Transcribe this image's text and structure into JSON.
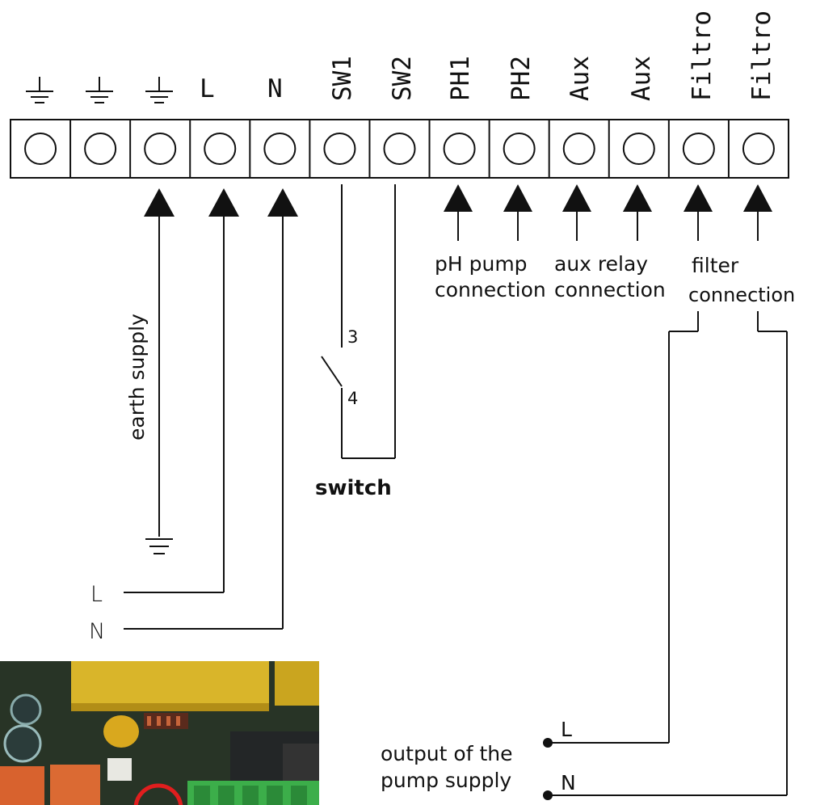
{
  "terminal_headers": [
    "",
    "",
    "",
    "L",
    "N",
    "SW1",
    "SW2",
    "PH1",
    "PH2",
    "Aux",
    "Aux",
    "Filtro",
    "Filtro"
  ],
  "terminal_icons": [
    "earth-icon",
    "earth-icon",
    "earth-icon"
  ],
  "labels": {
    "earth_supply": "earth supply",
    "supply_L": "L",
    "supply_N": "N",
    "switch_contact_top": "3",
    "switch_contact_bottom": "4",
    "switch": "switch",
    "ph_line1": "pH pump",
    "ph_line2": "connection",
    "aux_line1": "aux relay",
    "aux_line2": "connection",
    "filter_line1": "filter",
    "filter_line2": "connection",
    "output_line1": "output of the",
    "output_line2": "pump supply",
    "output_L": "L",
    "output_N": "N"
  },
  "colors": {
    "line": "#111111",
    "pcb_green": "#2f3a2a",
    "capacitor_yellow": "#d9a81e",
    "relay_orange": "#d8622e",
    "terminal_green": "#3cae4a",
    "highlight_red": "#e01e1e"
  }
}
